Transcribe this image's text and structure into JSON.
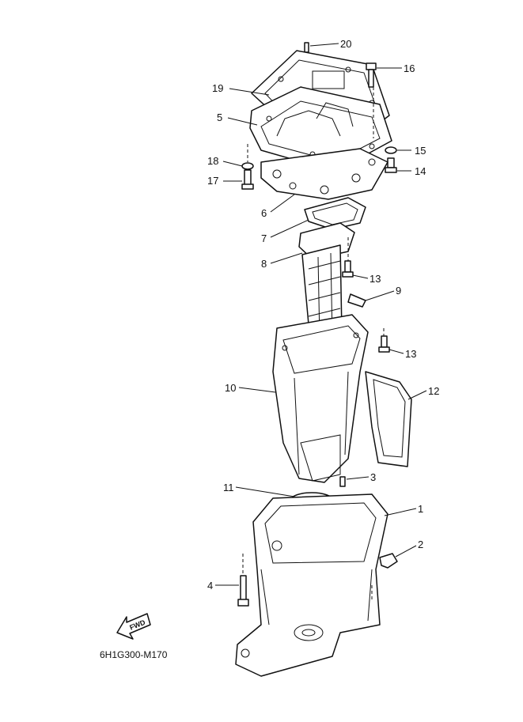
{
  "diagram": {
    "part_labels": {
      "p1": "1",
      "p2": "2",
      "p3": "3",
      "p4": "4",
      "p5": "5",
      "p6": "6",
      "p7": "7",
      "p8": "8",
      "p9": "9",
      "p10": "10",
      "p11": "11",
      "p12": "12",
      "p13a": "13",
      "p13b": "13",
      "p14": "14",
      "p15": "15",
      "p16": "16",
      "p17": "17",
      "p18": "18",
      "p19": "19",
      "p20": "20"
    },
    "fwd_label": "FWD",
    "drawing_code": "6H1G300-M170"
  }
}
